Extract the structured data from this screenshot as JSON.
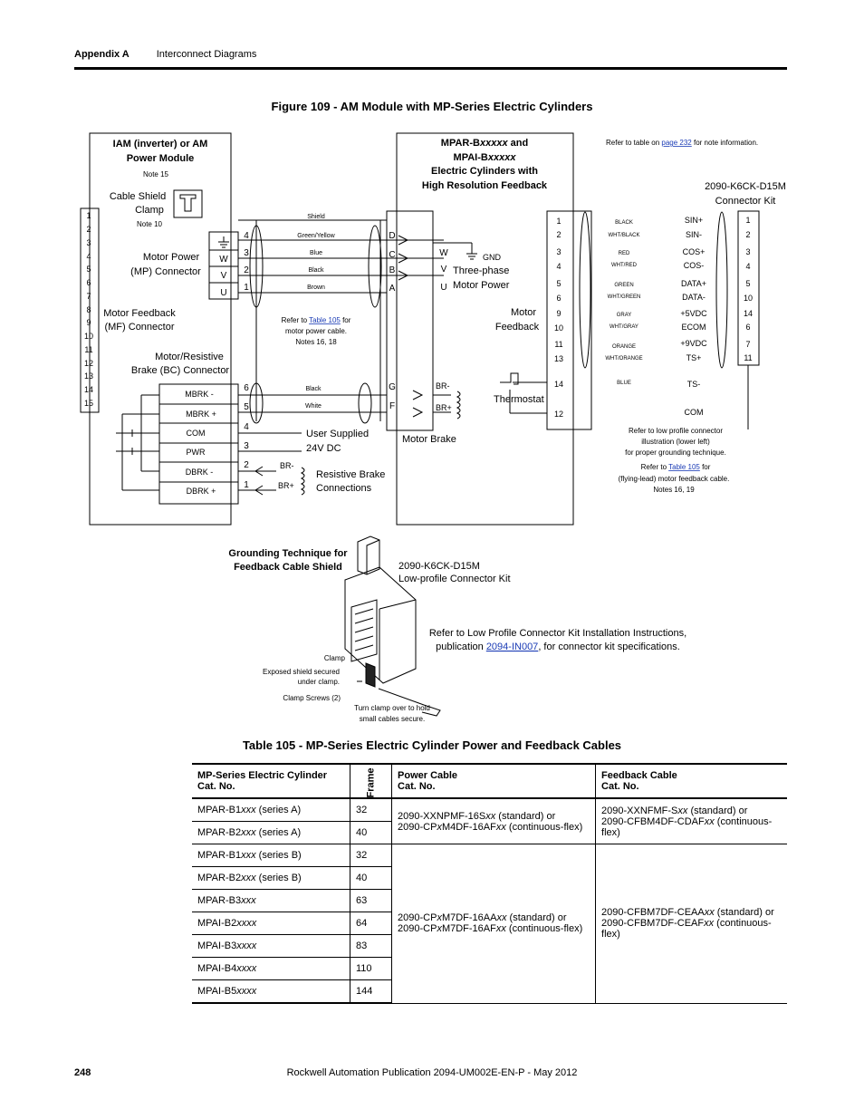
{
  "header": {
    "section": "Appendix A",
    "title": "Interconnect Diagrams"
  },
  "figure": {
    "title": "Figure 109 - AM Module with MP-Series Electric Cylinders",
    "iam": {
      "line1": "IAM (inverter) or AM",
      "line2": "Power Module",
      "note": "Note 15"
    },
    "clamp": {
      "line1": "Cable Shield",
      "line2": "Clamp",
      "note": "Note 10"
    },
    "mf_pins": [
      "1",
      "2",
      "3",
      "4",
      "5",
      "6",
      "7",
      "8",
      "9",
      "10",
      "11",
      "12",
      "13",
      "14",
      "15"
    ],
    "mp_label": {
      "line1": "Motor Power",
      "line2": "(MP) Connector"
    },
    "mp_terms": [
      "W",
      "V",
      "U"
    ],
    "mp_nums": [
      "4",
      "3",
      "2",
      "1"
    ],
    "mf_label": {
      "line1": "Motor Feedback",
      "line2": "(MF) Connector"
    },
    "bc_label": {
      "line1": "Motor/Resistive",
      "line2": "Brake (BC) Connector"
    },
    "bc_terms": [
      "MBRK -",
      "MBRK +",
      "COM",
      "PWR",
      "DBRK -",
      "DBRK +"
    ],
    "bc_nums": [
      "6",
      "5",
      "4",
      "3",
      "2",
      "1"
    ],
    "wires": {
      "shield": "Shield",
      "gy": "Green/Yellow",
      "blue": "Blue",
      "black": "Black",
      "brown": "Brown",
      "brk_black": "Black",
      "brk_white": "White"
    },
    "power_ref": {
      "pre": "Refer to ",
      "link": "Table 105",
      "post": " for",
      "line2": "motor power cable.",
      "line3": "Notes 16, 18"
    },
    "user_supply": {
      "line1": "User Supplied",
      "line2": "24V DC"
    },
    "res_brake": {
      "line1": "Resistive Brake",
      "line2": "Connections",
      "br_minus": "BR-",
      "br_plus": "BR+"
    },
    "cyl": {
      "l1a": "MPAR-B",
      "l1b": "xxxxx",
      "l1c": " and",
      "l2a": "MPAI-B",
      "l2b": "xxxxx",
      "l3": "Electric Cylinders with",
      "l4": "High Resolution Feedback"
    },
    "motor_letters": [
      "D",
      "C",
      "B",
      "A",
      "G",
      "F"
    ],
    "motor_phases": [
      "W",
      "V",
      "U"
    ],
    "gnd": "GND",
    "three_phase": {
      "line1": "Three-phase",
      "line2": "Motor Power"
    },
    "brake_br": [
      "BR-",
      "BR+"
    ],
    "motor_brake": "Motor Brake",
    "motor_feedback": {
      "line1": "Motor",
      "line2": "Feedback"
    },
    "thermostat": "Thermostat",
    "note_ref": {
      "pre": "Refer to table on ",
      "link": "page 232",
      "post": " for note information."
    },
    "kit": {
      "line1": "2090-K6CK-D15M",
      "line2": "Connector Kit"
    },
    "fb_left_pins": [
      "1",
      "2",
      "3",
      "4",
      "5",
      "6",
      "9",
      "10",
      "11",
      "13",
      "14",
      "12"
    ],
    "fb_colors": [
      "BLACK",
      "WHT/BLACK",
      "RED",
      "WHT/RED",
      "GREEN",
      "WHT/GREEN",
      "GRAY",
      "WHT/GRAY",
      "ORANGE",
      "WHT/ORANGE",
      "BLUE"
    ],
    "fb_signals": [
      "SIN+",
      "SIN-",
      "COS+",
      "COS-",
      "DATA+",
      "DATA-",
      "+5VDC",
      "ECOM",
      "+9VDC",
      "TS+",
      "TS-",
      "COM"
    ],
    "fb_right_pins": [
      "1",
      "2",
      "3",
      "4",
      "5",
      "10",
      "14",
      "6",
      "7",
      "11"
    ],
    "lp_ref": {
      "line1": "Refer to low profile connector",
      "line2": "illustration (lower left)",
      "line3": "for proper grounding technique.",
      "pre": "Refer to ",
      "link": "Table 105",
      "post": " for",
      "line5": "(flying-lead) motor feedback cable.",
      "line6": "Notes 16, 19"
    },
    "grounding": {
      "line1": "Grounding Technique for",
      "line2": "Feedback Cable Shield"
    },
    "lp_kit": {
      "line1": "2090-K6CK-D15M",
      "line2": "Low-profile Connector Kit"
    },
    "callouts": {
      "clamp": "Clamp",
      "exposed1": "Exposed shield secured",
      "exposed2": "under clamp.",
      "screws": "Clamp Screws (2)",
      "turn1": "Turn clamp over to hold",
      "turn2": "small cables secure."
    },
    "install_ref": {
      "line1": "Refer to Low Profile Connector Kit Installation Instructions,",
      "pre": "publication ",
      "link": "2094-IN007",
      "post": ", for connector kit specifications."
    }
  },
  "table": {
    "title": "Table 105 - MP-Series Electric Cylinder Power and Feedback Cables",
    "headers": {
      "cat1": "MP-Series Electric Cylinder",
      "cat2": "Cat. No.",
      "frame": "Frame",
      "pow1": "Power Cable",
      "pow2": "Cat. No.",
      "fb1": "Feedback Cable",
      "fb2": "Cat. No."
    },
    "rows": [
      {
        "a": "MPAR-B1",
        "b": "xxx",
        "c": " (series A)",
        "frame": "32"
      },
      {
        "a": "MPAR-B2",
        "b": "xxx",
        "c": " (series A)",
        "frame": "40"
      },
      {
        "a": "MPAR-B1",
        "b": "xxx",
        "c": " (series B)",
        "frame": "32"
      },
      {
        "a": "MPAR-B2",
        "b": "xxx",
        "c": " (series B)",
        "frame": "40"
      },
      {
        "a": "MPAR-B3",
        "b": "xxx",
        "c": "",
        "frame": "63"
      },
      {
        "a": "MPAI-B2",
        "b": "xxxx",
        "c": "",
        "frame": "64"
      },
      {
        "a": "MPAI-B3",
        "b": "xxxx",
        "c": "",
        "frame": "83"
      },
      {
        "a": "MPAI-B4",
        "b": "xxxx",
        "c": "",
        "frame": "110"
      },
      {
        "a": "MPAI-B5",
        "b": "xxxx",
        "c": "",
        "frame": "144"
      }
    ],
    "power_a": {
      "l1a": "2090-XXNPMF-16S",
      "l1b": "xx",
      "l1c": " (standard) or",
      "l2a": "2090-CP",
      "l2b": "x",
      "l2c": "M4DF-16AF",
      "l2d": "xx",
      "l2e": " (continuous-flex)"
    },
    "feedback_a": {
      "l1a": "2090-XXNFMF-S",
      "l1b": "xx",
      "l1c": " (standard) or",
      "l2a": "2090-CFBM4DF-CDAF",
      "l2b": "xx",
      "l2c": " (continuous-flex)"
    },
    "power_b": {
      "l1a": "2090-CP",
      "l1b": "x",
      "l1c": "M7DF-16AA",
      "l1d": "xx",
      "l1e": " (standard) or",
      "l2a": "2090-CP",
      "l2b": "x",
      "l2c": "M7DF-16AF",
      "l2d": "xx",
      "l2e": " (continuous-flex)"
    },
    "feedback_b": {
      "l1a": "2090-CFBM7DF-CEAA",
      "l1b": "xx",
      "l1c": " (standard) or",
      "l2a": "2090-CFBM7DF-CEAF",
      "l2b": "xx",
      "l2c": " (continuous-flex)"
    }
  },
  "footer": {
    "page": "248",
    "publication": "Rockwell Automation Publication 2094-UM002E-EN-P - May 2012"
  }
}
